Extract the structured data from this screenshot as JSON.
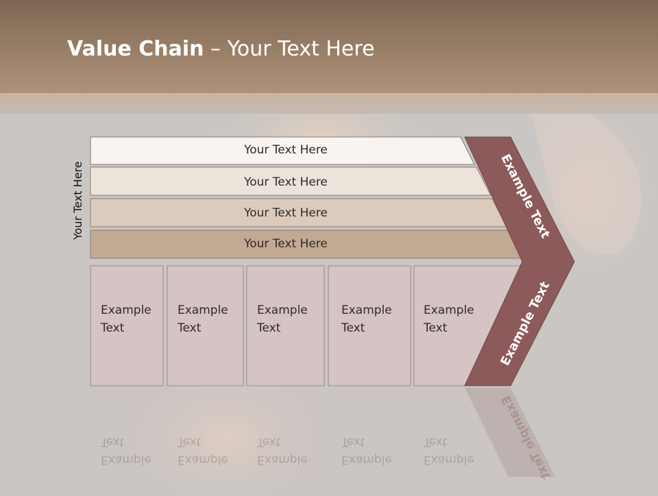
{
  "title": {
    "bold": "Value Chain",
    "rest": " – Your Text Here"
  },
  "side_label": "Your Text Here",
  "bars": [
    {
      "label": "Your Text Here"
    },
    {
      "label": "Your Text Here"
    },
    {
      "label": "Your Text Here"
    },
    {
      "label": "Your Text Here"
    }
  ],
  "boxes": [
    {
      "line1": "Example",
      "line2": "Text"
    },
    {
      "line1": "Example",
      "line2": "Text"
    },
    {
      "line1": "Example",
      "line2": "Text"
    },
    {
      "line1": "Example",
      "line2": "Text"
    },
    {
      "line1": "Example",
      "line2": "Text"
    }
  ],
  "chevron": {
    "upper": "Example Text",
    "lower": "Example Text"
  },
  "colors": {
    "header": "#9a7f68",
    "chevron": "#8d5a5c",
    "bar1": "#f7f4f1",
    "bar2": "#ece3da",
    "bar3": "#dccbbd",
    "bar4": "#c2a991",
    "box": "#d6c3c4"
  }
}
